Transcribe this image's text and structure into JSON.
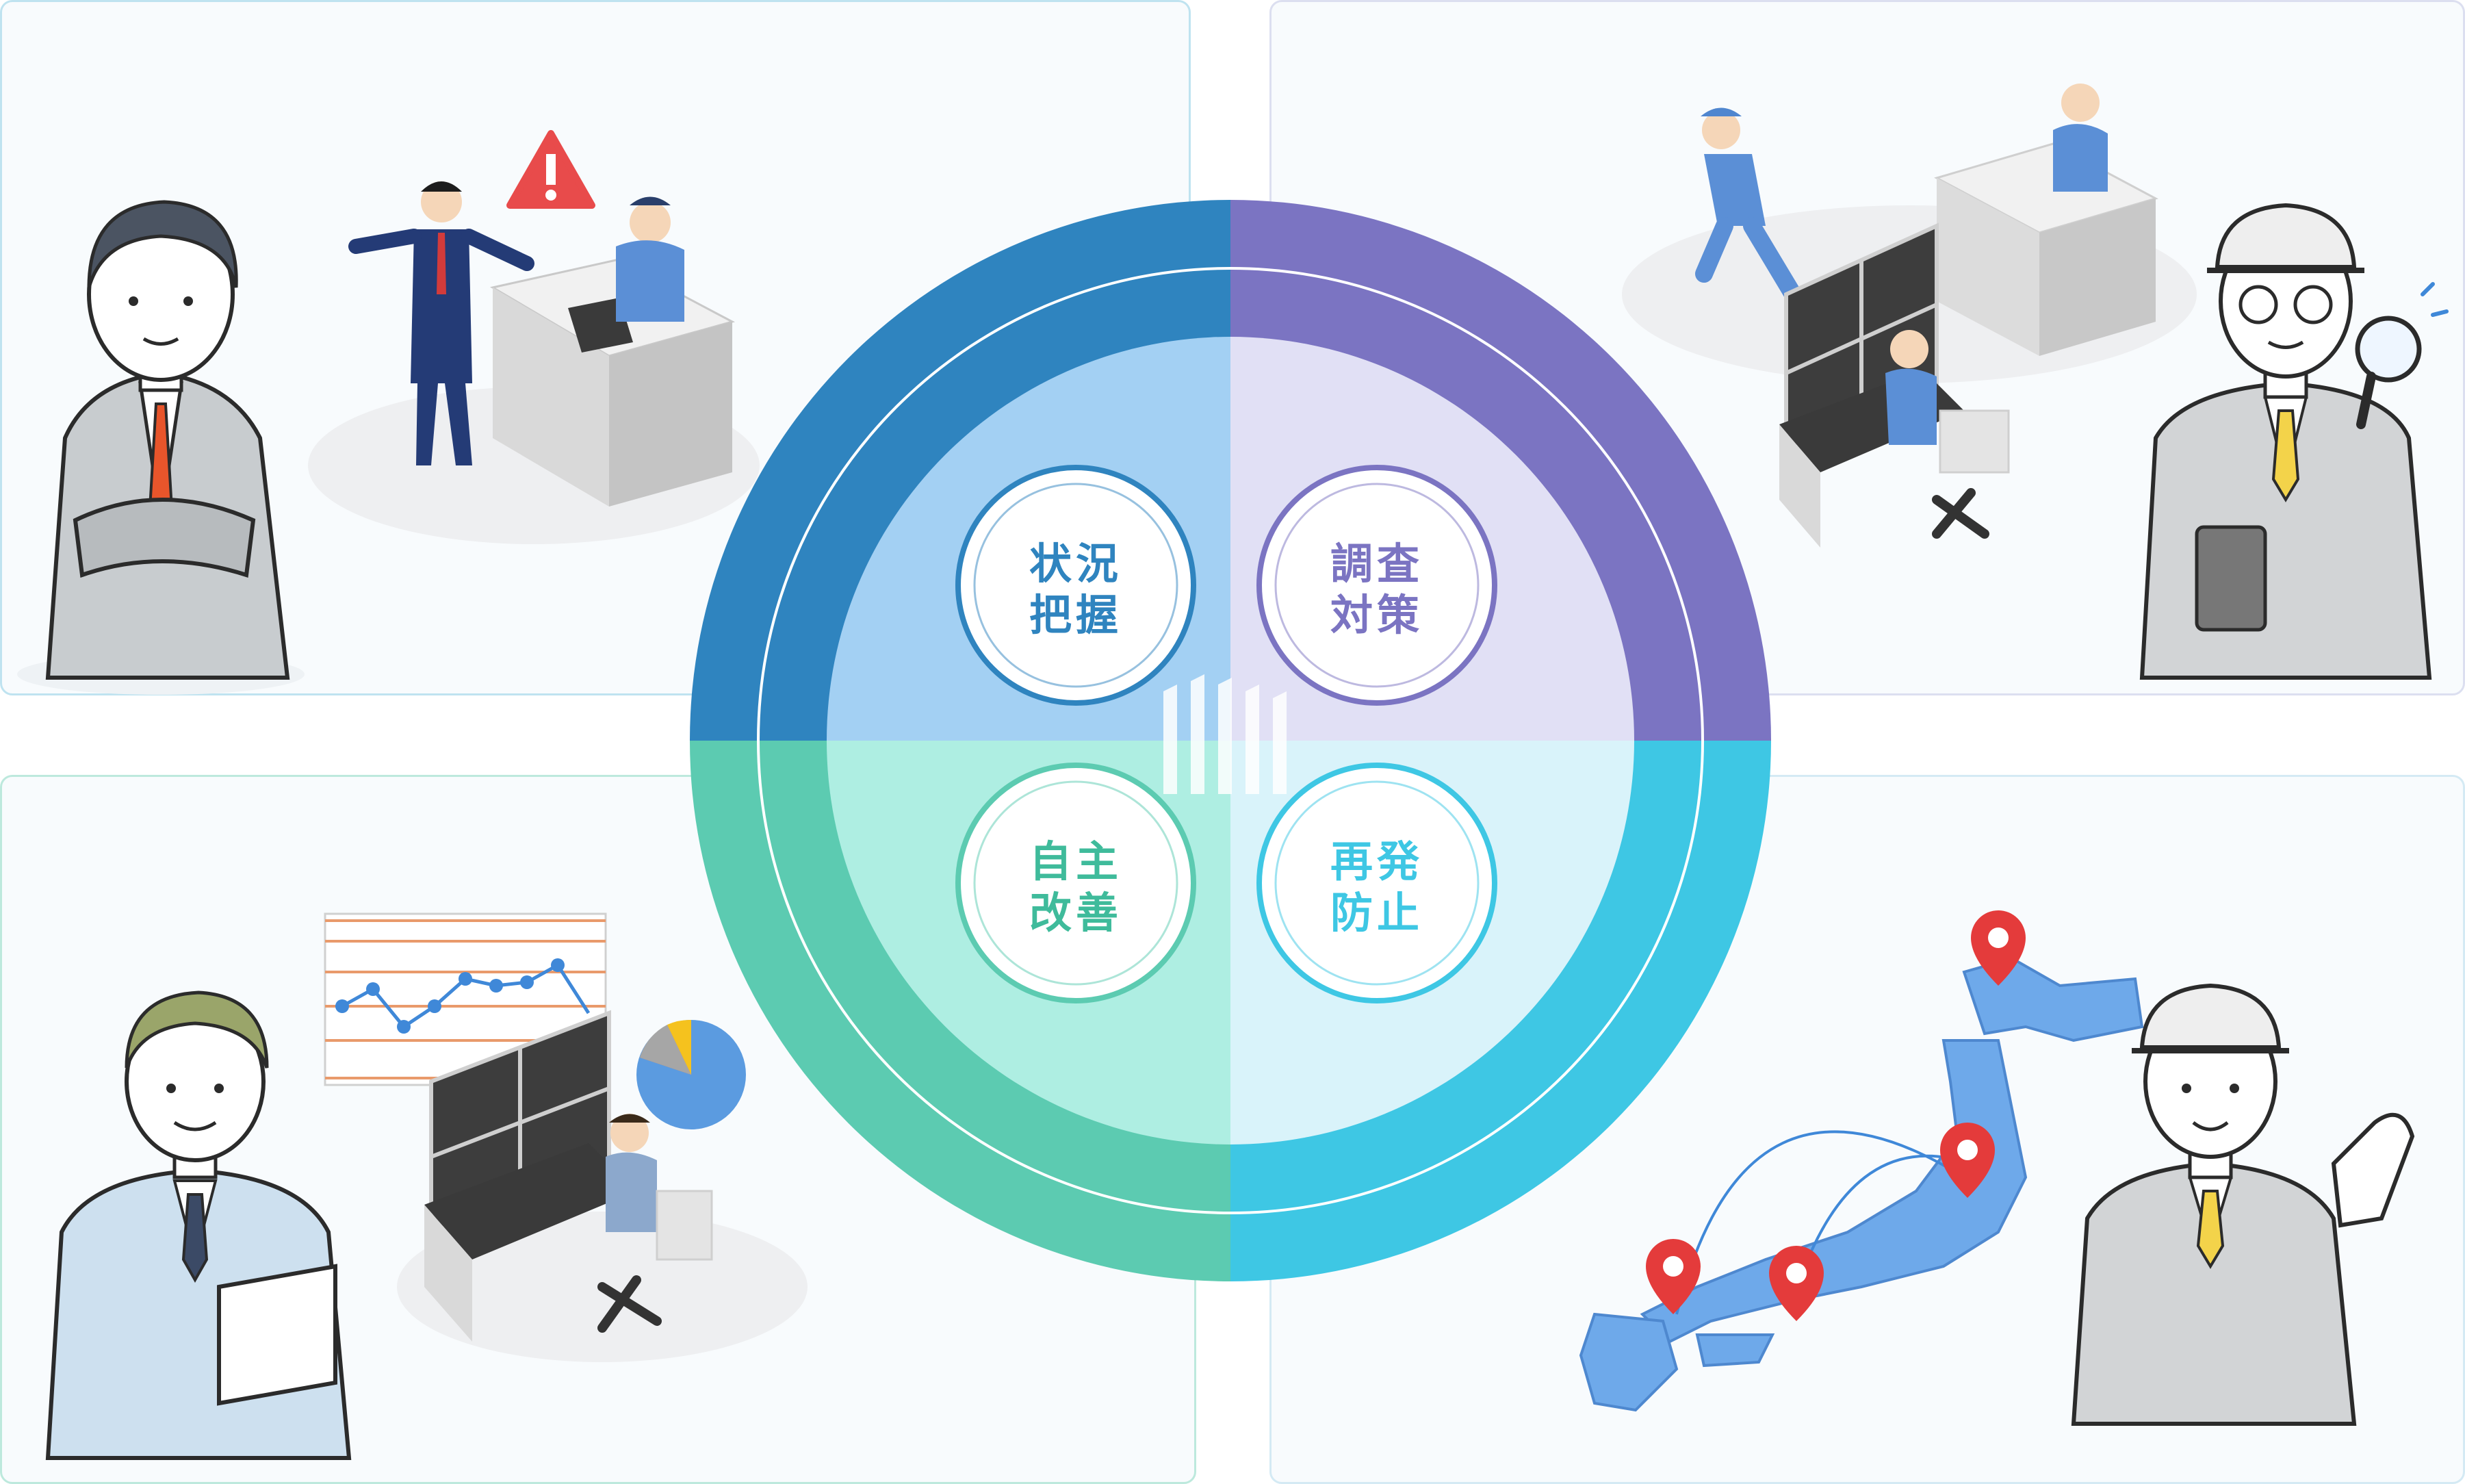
{
  "stages": [
    {
      "id": "situation",
      "line1": "状況",
      "line2": "把握",
      "color": "#2f84bf"
    },
    {
      "id": "investigation",
      "line1": "調査",
      "line2": "対策",
      "color": "#7b74c2"
    },
    {
      "id": "improvement",
      "line1": "自主",
      "line2": "改善",
      "color": "#3fbb9b"
    },
    {
      "id": "prevention",
      "line1": "再発",
      "line2": "防止",
      "color": "#3ec7e4"
    }
  ],
  "icons": {
    "alert": "warning-triangle-icon",
    "magnifier": "magnifying-glass-icon",
    "pins": "map-pin-icon"
  }
}
